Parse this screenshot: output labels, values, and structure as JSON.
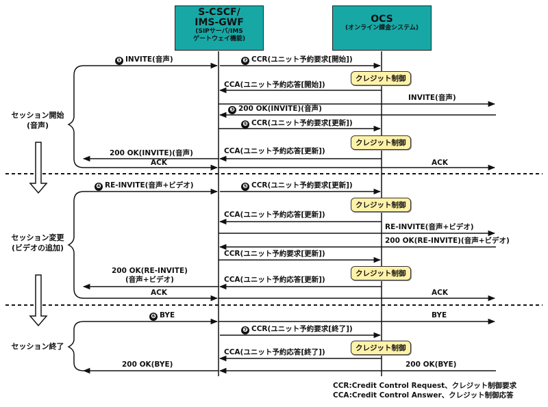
{
  "nodes": {
    "cscf": {
      "line1": "S-CSCF/",
      "line2": "IMS-GWF",
      "sub1": "(SIPサーバ/IMS",
      "sub2": "ゲートウェイ機能)"
    },
    "ocs": {
      "line1": "OCS",
      "sub1": "(オンライン課金システム)"
    }
  },
  "badge": "クレジット制御",
  "phases": {
    "start": {
      "line1": "セッション開始",
      "line2": "(音声)"
    },
    "change": {
      "line1": "セッション変更",
      "line2": "(ビデオの追加)"
    },
    "end": {
      "line1": "セッション終了"
    }
  },
  "steps": {
    "s1": {
      "num": "❶",
      "text": "INVITE(音声)"
    },
    "s2": {
      "num": "❷",
      "text": "CCR(ユニット予約要求[開始])"
    },
    "s3": {
      "num": "❸",
      "text": "200 OK(INVITE)(音声)"
    },
    "s4": {
      "num": "❹",
      "text": "RE-INVITE(音声+ビデオ)"
    },
    "s5a": {
      "num": "❺",
      "text": "CCR(ユニット予約要求[更新])"
    },
    "s5b": {
      "num": "❺",
      "text": "CCR(ユニット予約要求[更新])"
    },
    "s6": {
      "num": "❻",
      "text": "BYE"
    },
    "s7": {
      "num": "❼",
      "text": "CCR(ユニット予約要求[終了])"
    }
  },
  "messages": {
    "cca_start": "CCA(ユニット予約応答[開始])",
    "invite_right": "INVITE(音声)",
    "cca_update1": "CCA(ユニット予約応答[更新])",
    "ok_invite_left": "200 OK(INVITE)(音声)",
    "ack": "ACK",
    "cca_update2": "CCA(ユニット予約応答[更新])",
    "reinvite_right": "RE-INVITE(音声+ビデオ)",
    "ok_reinvite_right": "200 OK(RE-INVITE)(音声+ビデオ)",
    "ccr_update3": "CCR(ユニット予約要求[更新])",
    "ok_reinvite_left1": "200 OK(RE-INVITE)",
    "ok_reinvite_left2": "(音声+ビデオ)",
    "cca_update3": "CCA(ユニット予約応答[更新])",
    "bye_right": "BYE",
    "cca_end": "CCA(ユニット予約応答[終了])",
    "ok_bye": "200 OK(BYE)"
  },
  "legend": {
    "ccr": "CCR:Credit Control Request、クレジット制御要求",
    "cca": "CCA:Credit Control Answer、クレジット制御応答"
  },
  "colors": {
    "box": "#17a8a6",
    "badge": "#fff2a8",
    "line": "#111111"
  }
}
